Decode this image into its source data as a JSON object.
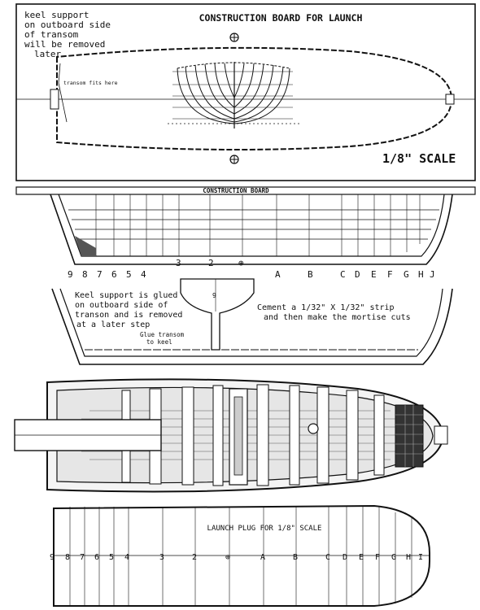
{
  "board_top": {
    "title": "CONSTRUCTION BOARD FOR LAUNCH",
    "note_lines": [
      "keel support",
      "on outboard side",
      "of transom",
      "will be removed",
      "later"
    ],
    "transom_label": "transom fits here",
    "scale": "1/8\" SCALE"
  },
  "profile": {
    "band_label": "CONSTRUCTION BOARD",
    "stations": [
      "9",
      "8",
      "7",
      "6",
      "5",
      "4",
      "3",
      "2",
      "⊕",
      "A",
      "B",
      "C",
      "D",
      "E",
      "F",
      "G",
      "H",
      "J"
    ]
  },
  "section": {
    "note_left": [
      "Keel support is glued",
      "on outboard side of",
      "transon and is removed",
      "at a later step"
    ],
    "glue_label": [
      "Glue transom",
      "to keel"
    ],
    "note_right": [
      "Cement a 1/32\" X 1/32\" strip",
      "and then make the mortise cuts"
    ]
  },
  "plug": {
    "title": "LAUNCH PLUG FOR 1/8\" SCALE",
    "stations": [
      "9",
      "8",
      "7",
      "6",
      "5",
      "4",
      "3",
      "2",
      "⊕",
      "A",
      "B",
      "C",
      "D",
      "E",
      "F",
      "G",
      "H",
      "I"
    ]
  }
}
